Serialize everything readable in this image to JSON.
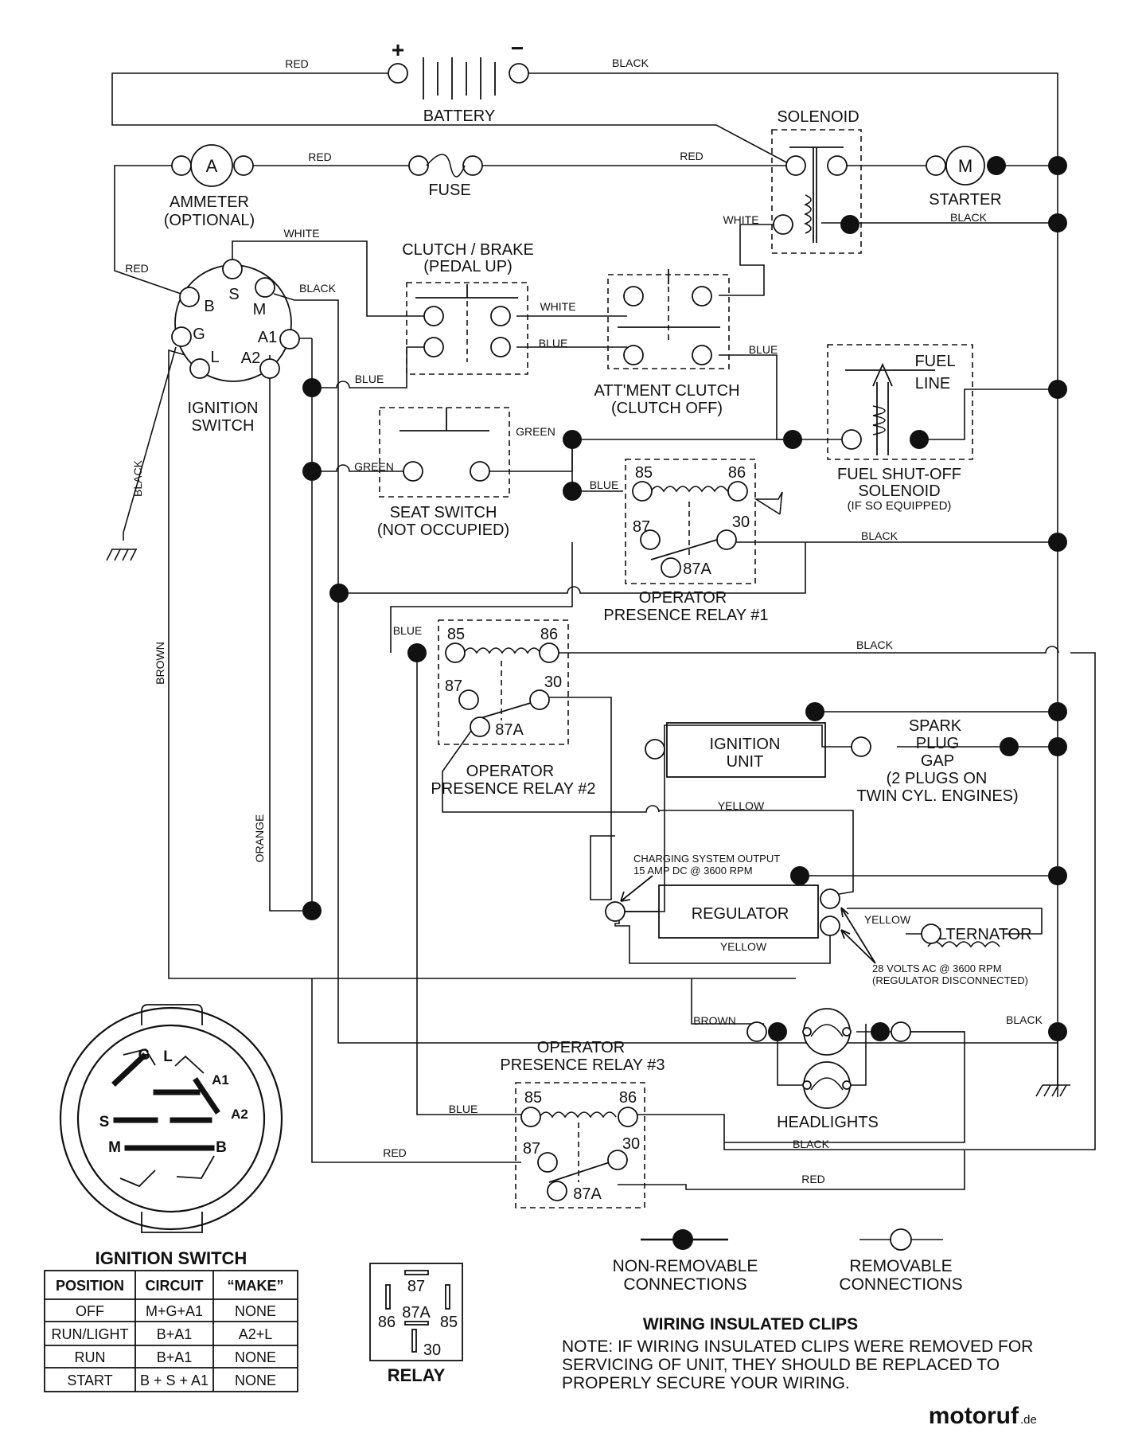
{
  "components": {
    "battery": "BATTERY",
    "solenoid": "SOLENOID",
    "ammeter": [
      "AMMETER",
      "(OPTIONAL)"
    ],
    "ammeter_symbol": "A",
    "fuse": "FUSE",
    "starter": "STARTER",
    "starter_symbol": "M",
    "clutch_brake": [
      "CLUTCH / BRAKE",
      "(PEDAL UP)"
    ],
    "attachment_clutch": [
      "ATT'MENT CLUTCH",
      "(CLUTCH OFF)"
    ],
    "fuel_line": [
      "FUEL",
      "LINE"
    ],
    "fuel_solenoid": [
      "FUEL SHUT-OFF",
      "SOLENOID",
      "(IF SO EQUIPPED)"
    ],
    "ignition_switch": [
      "IGNITION",
      "SWITCH"
    ],
    "seat_switch": [
      "SEAT SWITCH",
      "(NOT OCCUPIED)"
    ],
    "relay1": [
      "OPERATOR",
      "PRESENCE RELAY #1"
    ],
    "relay2": [
      "OPERATOR",
      "PRESENCE RELAY #2"
    ],
    "relay3": [
      "OPERATOR",
      "PRESENCE RELAY #3"
    ],
    "ignition_unit": [
      "IGNITION",
      "UNIT"
    ],
    "spark_plug": [
      "SPARK",
      "PLUG",
      "GAP",
      "(2 PLUGS ON",
      "TWIN CYL. ENGINES)"
    ],
    "regulator": "REGULATOR",
    "alternator": "ALTERNATOR",
    "charging_note": [
      "CHARGING SYSTEM OUTPUT",
      "15 AMP DC @ 3600 RPM"
    ],
    "alternator_note": [
      "28 VOLTS AC @ 3600 RPM",
      "(REGULATOR DISCONNECTED)"
    ],
    "headlights": "HEADLIGHTS"
  },
  "terminals": {
    "battery_plus": "+",
    "battery_minus": "−",
    "switch": [
      "B",
      "S",
      "M",
      "G",
      "A1",
      "L",
      "A2"
    ],
    "relay": [
      "85",
      "86",
      "87",
      "30",
      "87A"
    ]
  },
  "wires": {
    "red": "RED",
    "black": "BLACK",
    "white": "WHITE",
    "blue": "BLUE",
    "green": "GREEN",
    "brown": "BROWN",
    "orange": "ORANGE",
    "yellow": "YELLOW"
  },
  "switch_diagram": {
    "labels": [
      "G",
      "L",
      "A1",
      "S",
      "A2",
      "M",
      "B"
    ]
  },
  "ignition_table": {
    "title": "IGNITION SWITCH",
    "headers": [
      "POSITION",
      "CIRCUIT",
      "“MAKE”"
    ],
    "rows": [
      [
        "OFF",
        "M+G+A1",
        "NONE"
      ],
      [
        "RUN/LIGHT",
        "B+A1",
        "A2+L"
      ],
      [
        "RUN",
        "B+A1",
        "NONE"
      ],
      [
        "START",
        "B + S + A1",
        "NONE"
      ]
    ]
  },
  "relay_legend": {
    "title": "RELAY",
    "pins": [
      "87",
      "87A",
      "86",
      "85",
      "30"
    ]
  },
  "legend": {
    "non_removable": [
      "NON-REMOVABLE",
      "CONNECTIONS"
    ],
    "removable": [
      "REMOVABLE",
      "CONNECTIONS"
    ]
  },
  "note": {
    "title": "WIRING INSULATED CLIPS",
    "lines": [
      "NOTE: IF WIRING INSULATED CLIPS WERE REMOVED FOR",
      "SERVICING OF UNIT, THEY SHOULD BE REPLACED TO",
      "PROPERLY SECURE YOUR WIRING."
    ]
  },
  "watermark": {
    "name": "motoruf",
    "suffix": ".de"
  }
}
